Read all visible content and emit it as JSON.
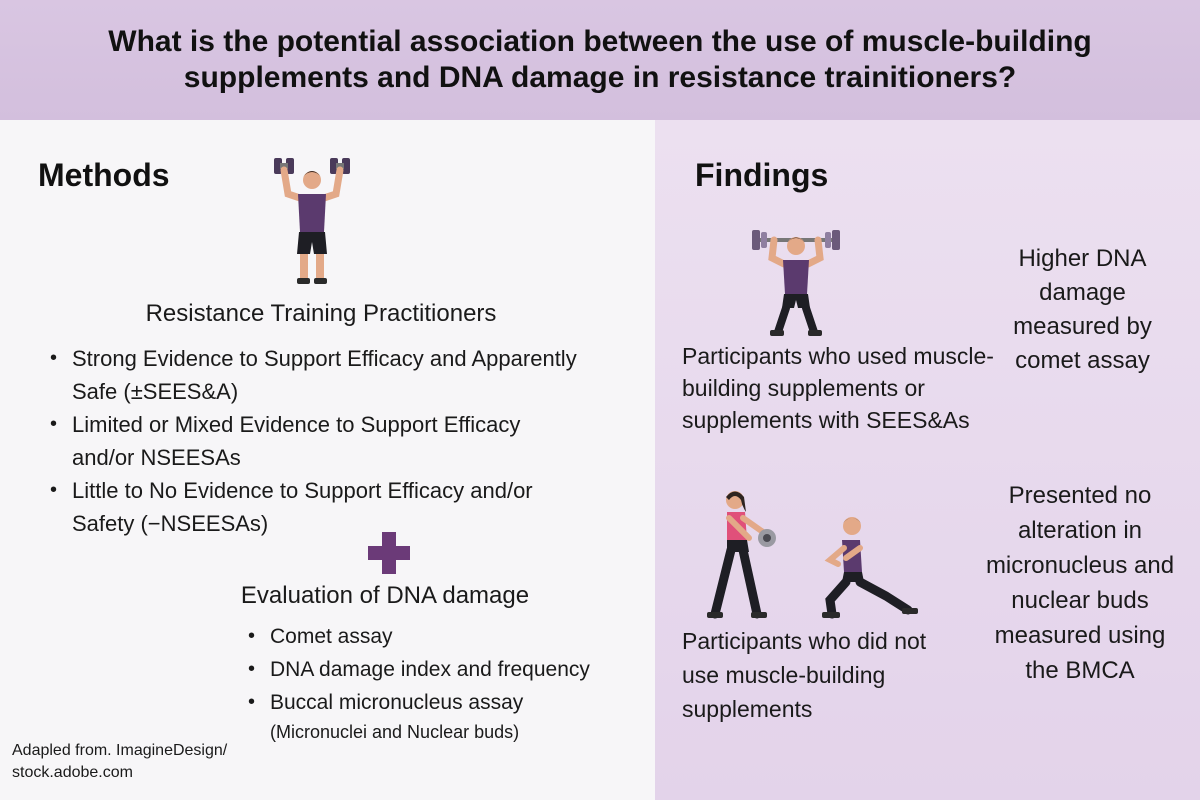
{
  "title": "What is the potential association between the use of muscle-building supplements and DNA damage in resistance trainitioners?",
  "methods": {
    "heading": "Methods",
    "group_label": "Resistance Training Practitioners",
    "supplement_categories": [
      "Strong Evidence to Support Efficacy and Apparently Safe (±SEES&A)",
      "Limited or Mixed Evidence to Support Efficacy and/or NSEESAs",
      "Little to No Evidence to Support Efficacy and/or Safety (−NSEESAs)"
    ],
    "evaluation_label": "Evaluation of DNA damage",
    "evaluation_items": [
      {
        "text": "Comet assay",
        "sub": ""
      },
      {
        "text": "DNA damage index and frequency",
        "sub": ""
      },
      {
        "text": "Buccal micronucleus assay",
        "sub": "(Micronuclei and Nuclear buds)"
      }
    ],
    "credit": "Adapled from. ImagineDesign/ stock.adobe.com"
  },
  "findings": {
    "heading": "Findings",
    "users_label": "Participants who used muscle-building supplements or supplements with SEES&As",
    "users_result": "Higher DNA damage measured by comet assay",
    "nonusers_label": "Participants who did not use muscle-building supplements",
    "nonusers_result": "Presented no alteration in micronucleus and nuclear buds measured using the BMCA"
  },
  "colors": {
    "header_bg": "#d9c6e2",
    "findings_bg": "#e8dbee",
    "accent_purple": "#6b3a78",
    "shirt_purple": "#5b3a6e",
    "pink_top": "#e0507a"
  },
  "icons": {
    "methods_person": "weightlifter-dumbbells-icon",
    "plus": "plus-icon",
    "findings_user": "weightlifter-barbell-icon",
    "findings_nonuser_1": "woman-exercising-icon",
    "findings_nonuser_2": "man-lunging-icon"
  }
}
